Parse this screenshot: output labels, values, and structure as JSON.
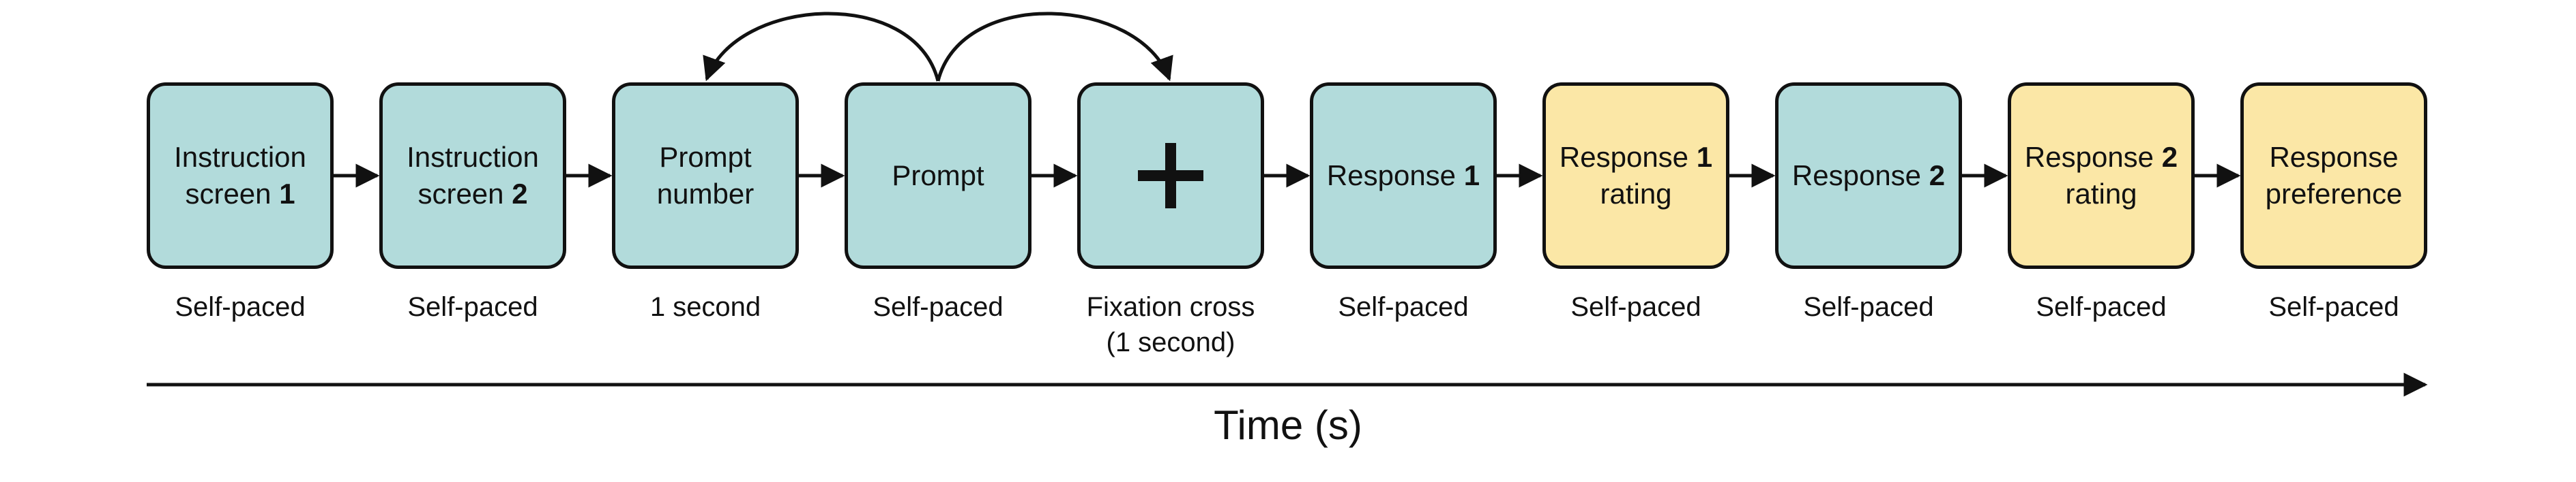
{
  "steps": [
    {
      "text": "Instruction screen",
      "num": "1",
      "duration": "Self-paced"
    },
    {
      "text": "Instruction screen",
      "num": "2",
      "duration": "Self-paced"
    },
    {
      "text": "Prompt number",
      "duration": "1 second"
    },
    {
      "text": "Prompt",
      "duration": "Self-paced"
    },
    {
      "duration_line1": "Fixation cross",
      "duration_line2": "(1 second)"
    },
    {
      "text": "Response",
      "num": "1",
      "duration": "Self-paced"
    },
    {
      "text": "Response",
      "num": "1",
      "text_after": "rating",
      "duration": "Self-paced"
    },
    {
      "text": "Response",
      "num": "2",
      "duration": "Self-paced"
    },
    {
      "text": "Response",
      "num": "2",
      "text_after": "rating",
      "duration": "Self-paced"
    },
    {
      "text": "Response preference",
      "duration": "Self-paced"
    }
  ],
  "axis": {
    "label": "Time (s)"
  },
  "colors": {
    "teal": "#b2dbdb",
    "yellow": "#fbe7a6",
    "stroke": "#111111"
  }
}
